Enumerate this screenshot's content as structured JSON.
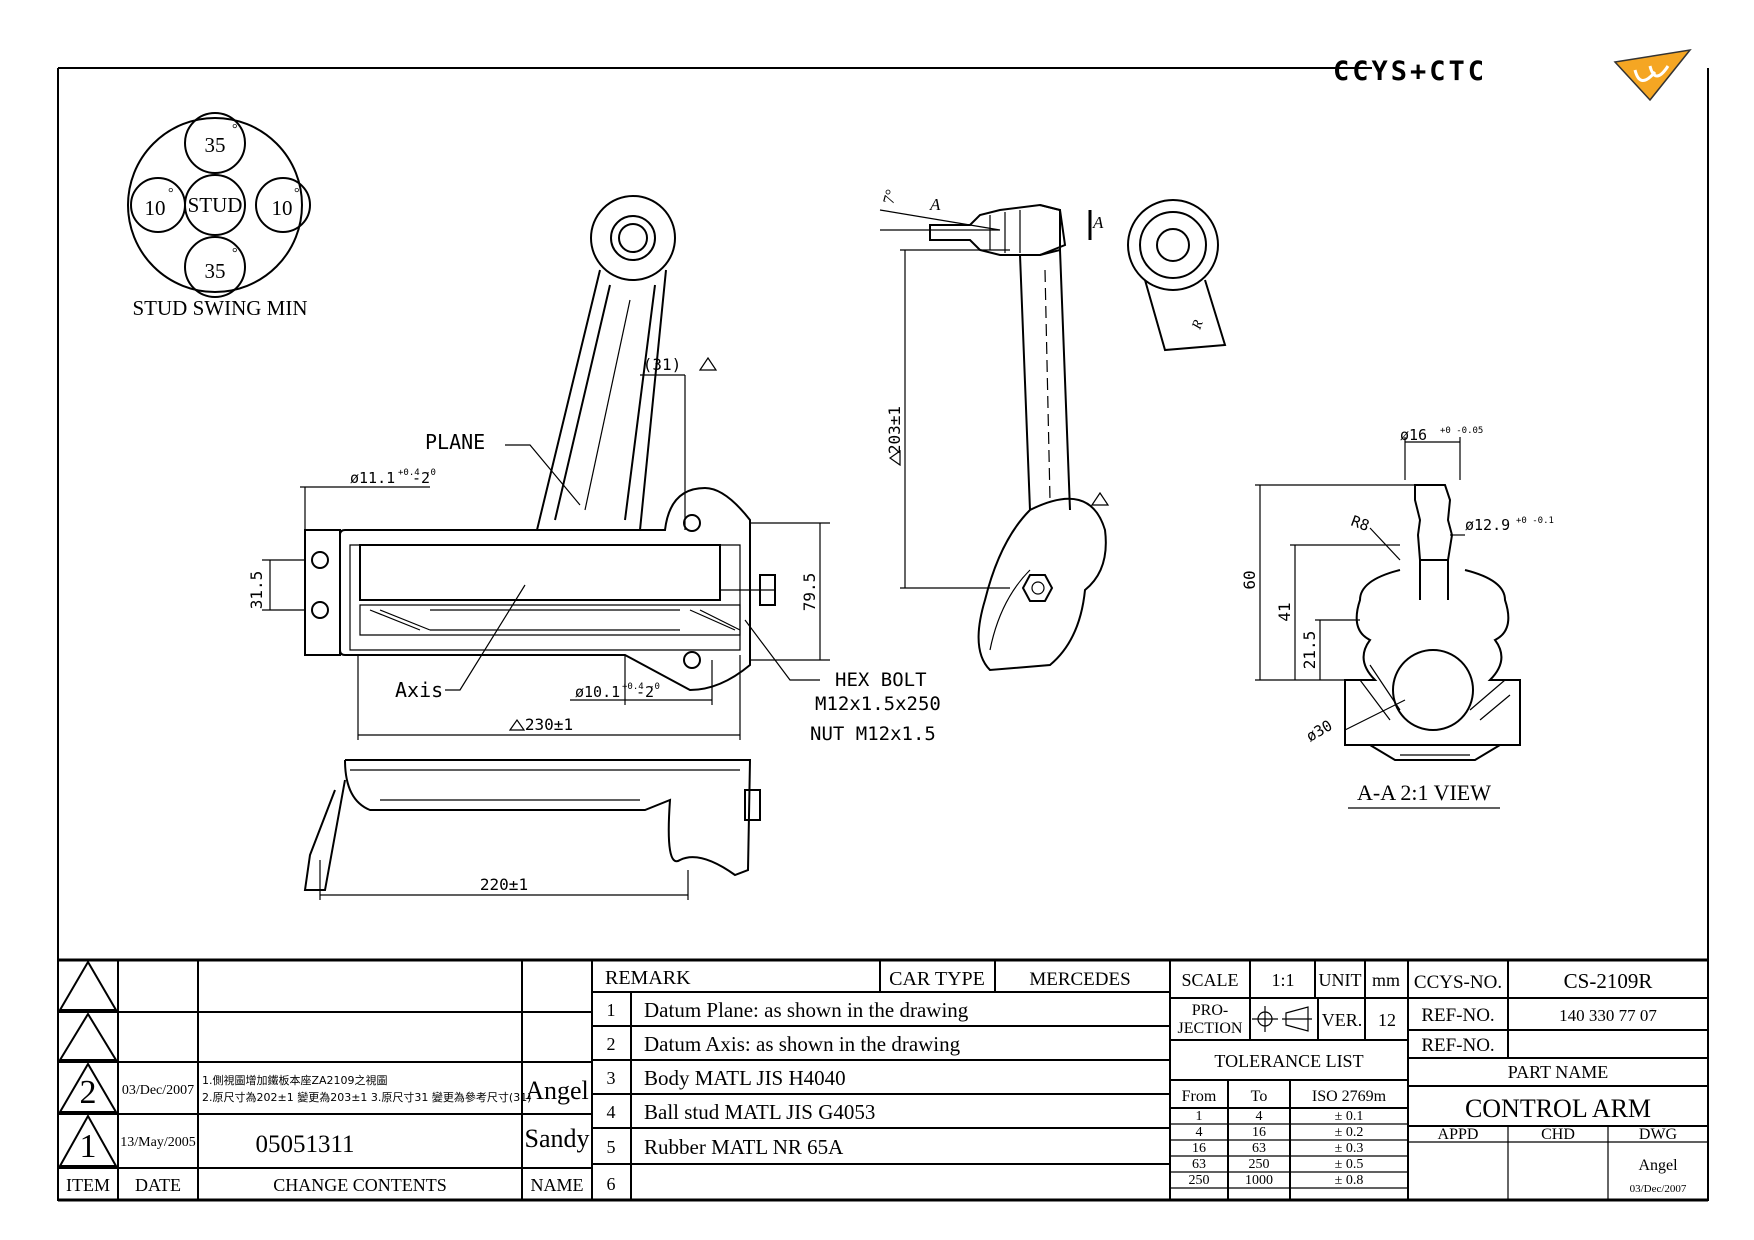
{
  "logo": {
    "text": "CCYS+CTC",
    "accent": "#F5A623"
  },
  "swing": {
    "center": "STUD",
    "top": "35",
    "bottom": "35",
    "left": "10",
    "right": "10",
    "deg": "°",
    "caption": "STUD SWING MIN"
  },
  "dims": {
    "d31": "(31)",
    "plane": "PLANE",
    "d11": "ø11.1",
    "d11tol": "+0.4 -0",
    "d11suffix": "-2",
    "d315": "31.5",
    "d795": "79.5",
    "axis": "Axis",
    "d10": "ø10.1",
    "d10tol": "+0.4 -0",
    "d10suffix": "-2",
    "d230": "230±1",
    "hexbolt": "HEX BOLT",
    "boltspec": "M12x1.5x250",
    "nut": "NUT M12x1.5",
    "d220": "220±1",
    "d7": "7°",
    "secA1": "A",
    "secA2": "A",
    "d203": "203±1",
    "r": "R",
    "d16": "ø16",
    "d16tol": "+0 -0.05",
    "r8": "R8",
    "d129": "ø12.9",
    "d129tol": "+0 -0.1",
    "d60": "60",
    "d41": "41",
    "d215": "21.5",
    "d30": "ø30",
    "view": "A-A 2:1 VIEW"
  },
  "revisions": {
    "rows": [
      {
        "item": "",
        "date": "",
        "contents": "",
        "name": ""
      },
      {
        "item": "",
        "date": "",
        "contents": "",
        "name": ""
      },
      {
        "item": "2",
        "date": "03/Dec/2007",
        "contents1": "1.側視圖增加鐵板本座ZA2109之視圖",
        "contents2": "2.原尺寸為202±1 變更為203±1 3.原尺寸31 變更為參考尺寸(31)",
        "name": "Angel"
      },
      {
        "item": "1",
        "date": "13/May/2005",
        "contents": "05051311",
        "name": "Sandy"
      }
    ],
    "headers": {
      "item": "ITEM",
      "date": "DATE",
      "contents": "CHANGE CONTENTS",
      "name": "NAME"
    }
  },
  "remarks": {
    "title": "REMARK",
    "car_type_label": "CAR TYPE",
    "car_type": "MERCEDES",
    "items": [
      {
        "n": "1",
        "text": "Datum Plane: as shown in the drawing"
      },
      {
        "n": "2",
        "text": "Datum Axis: as shown in the drawing"
      },
      {
        "n": "3",
        "text": "Body MATL JIS H4040"
      },
      {
        "n": "4",
        "text": "Ball stud MATL JIS G4053"
      },
      {
        "n": "5",
        "text": "Rubber MATL NR 65A"
      },
      {
        "n": "6",
        "text": ""
      }
    ]
  },
  "spec": {
    "scale_label": "SCALE",
    "scale": "1:1",
    "unit_label": "UNIT",
    "unit": "mm",
    "projection_label1": "PRO-",
    "projection_label2": "JECTION",
    "ver_label": "VER.",
    "ver": "12",
    "tolerance_title": "TOLERANCE LIST",
    "tol_headers": {
      "from": "From",
      "to": "To",
      "std": "ISO 2769m"
    },
    "tolerances": [
      {
        "from": "1",
        "to": "4",
        "tol": "± 0.1"
      },
      {
        "from": "4",
        "to": "16",
        "tol": "± 0.2"
      },
      {
        "from": "16",
        "to": "63",
        "tol": "± 0.3"
      },
      {
        "from": "63",
        "to": "250",
        "tol": "± 0.5"
      },
      {
        "from": "250",
        "to": "1000",
        "tol": "± 0.8"
      }
    ]
  },
  "title": {
    "ccys_label": "CCYS-NO.",
    "ccys": "CS-2109R",
    "ref_label1": "REF-NO.",
    "ref1": "140 330 77 07",
    "ref_label2": "REF-NO.",
    "ref2": "",
    "part_name_label": "PART NAME",
    "part_name": "CONTROL ARM",
    "appd": "APPD",
    "chd": "CHD",
    "dwg": "DWG",
    "dwg_name": "Angel",
    "dwg_date": "03/Dec/2007"
  }
}
